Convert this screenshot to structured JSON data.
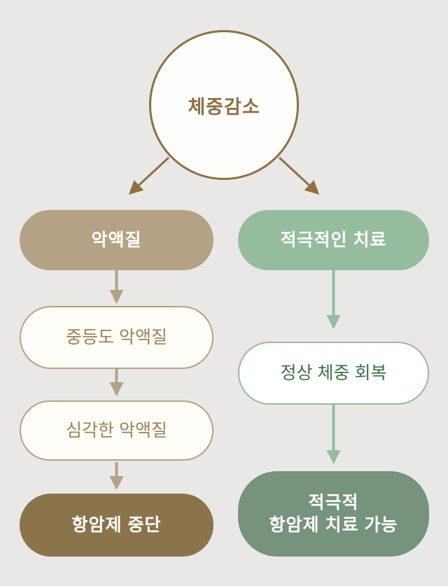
{
  "diagram": {
    "root": {
      "label": "체중감소"
    },
    "left_branch": {
      "header": "악액질",
      "steps": [
        "중등도 악액질",
        "심각한 악액질"
      ],
      "outcome": "항암제 중단"
    },
    "right_branch": {
      "header": "적극적인 치료",
      "steps": [
        "정상 체중 회복"
      ],
      "outcome_line1": "적극적",
      "outcome_line2": "항암제 치료 가능"
    },
    "colors": {
      "background": "#e9e8e7",
      "brown_accent": "#8d7046",
      "tan": "#b5a284",
      "tan_text": "#9c8257",
      "dark_brown": "#8b734c",
      "sage_green": "#95bc9e",
      "green_text": "#40714a",
      "dark_sage": "#75937d"
    }
  }
}
